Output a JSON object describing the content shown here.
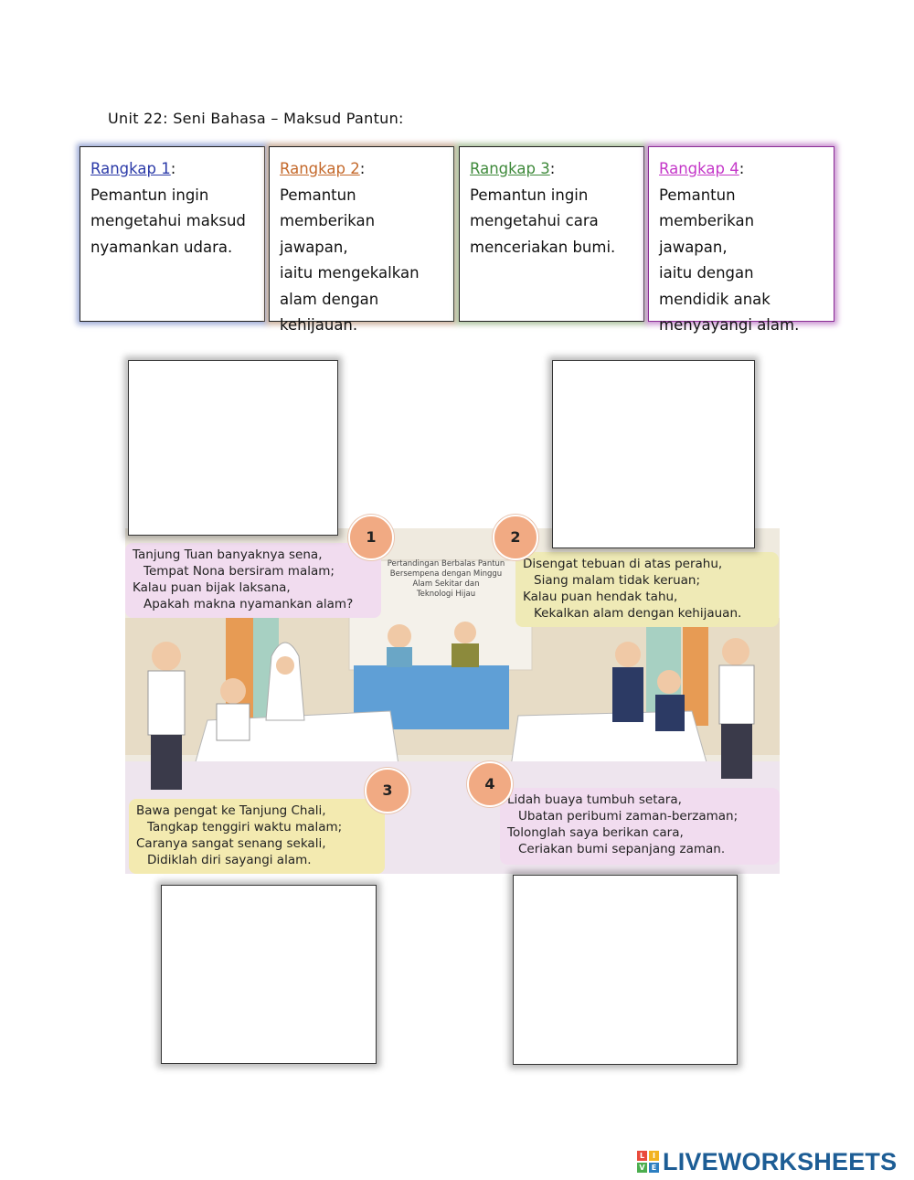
{
  "title": "Unit 22: Seni Bahasa – Maksud Pantun:",
  "cards": [
    {
      "head": "Rangkap 1",
      "colon": ":",
      "color": "#2b3aa8",
      "lines": [
        "Pemantun ingin",
        "mengetahui maksud",
        "nyamankan udara."
      ]
    },
    {
      "head": "Rangkap 2",
      "colon": ":",
      "color": "#c4692b",
      "lines": [
        "Pemantun",
        "memberikan jawapan,",
        "iaitu mengekalkan",
        "alam dengan",
        "kehijauan."
      ]
    },
    {
      "head": "Rangkap 3",
      "colon": ":",
      "color": "#3f8a3b",
      "lines": [
        "Pemantun ingin",
        "mengetahui cara",
        "menceriakan bumi."
      ]
    },
    {
      "head": "Rangkap 4",
      "colon": ":",
      "color": "#c437c8",
      "lines": [
        "Pemantun",
        "memberikan jawapan,",
        "iaitu dengan",
        "mendidik anak",
        "menyayangi alam."
      ]
    }
  ],
  "numbers": [
    "1",
    "2",
    "3",
    "4"
  ],
  "banner": [
    "Pertandingan Berbalas Pantun",
    "Bersempena dengan Minggu",
    "Alam Sekitar dan",
    "Teknologi Hijau"
  ],
  "pantun": [
    [
      "Tanjung Tuan banyaknya sena,",
      "Tempat Nona bersiram malam;",
      "Kalau puan bijak laksana,",
      "Apakah makna nyamankan alam?"
    ],
    [
      "Disengat tebuan di atas perahu,",
      "Siang malam tidak keruan;",
      "Kalau puan hendak tahu,",
      "Kekalkan alam dengan kehijauan."
    ],
    [
      "Bawa pengat ke Tanjung Chali,",
      "Tangkap tenggiri waktu malam;",
      "Caranya sangat senang sekali,",
      "Didiklah diri sayangi alam."
    ],
    [
      "Lidah buaya tumbuh setara,",
      "Ubatan peribumi zaman-berzaman;",
      "Tolonglah saya berikan cara,",
      "Ceriakan bumi sepanjang zaman."
    ]
  ],
  "logo": {
    "text": "LIVEWORKSHEETS",
    "letters": [
      "L",
      "I",
      "V",
      "E"
    ],
    "colors": [
      "#e94b3c",
      "#f2b322",
      "#4cae4f",
      "#2d7fc1"
    ]
  }
}
